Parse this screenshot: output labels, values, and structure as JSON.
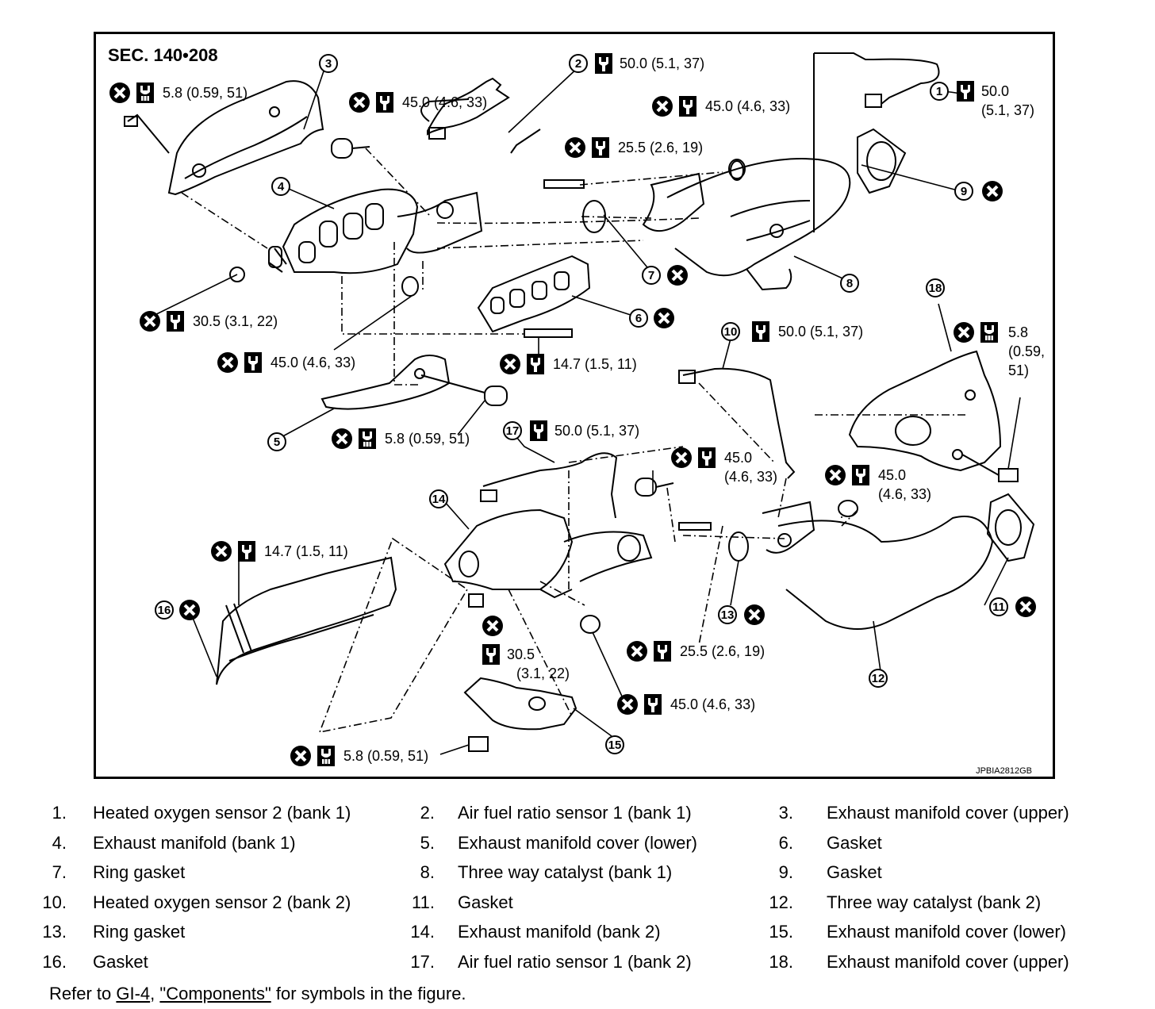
{
  "figure": {
    "section_label": "SEC. 140•208",
    "figure_code": "JPBIA2812GB",
    "torques": [
      {
        "text": "5.8 (0.59, 51)"
      },
      {
        "text": "45.0 (4.6, 33)"
      },
      {
        "text": "50.0 (5.1, 37)"
      },
      {
        "text": "25.5 (2.6, 19)"
      },
      {
        "text": "45.0 (4.6, 33)"
      },
      {
        "text": "50.0"
      },
      {
        "text": "(5.1, 37)"
      },
      {
        "text": "30.5 (3.1, 22)"
      },
      {
        "text": "45.0 (4.6, 33)"
      },
      {
        "text": "14.7 (1.5, 11)"
      },
      {
        "text": "5.8 (0.59, 51)"
      },
      {
        "text": "50.0 (5.1, 37)"
      },
      {
        "text": "5.8"
      },
      {
        "text": "(0.59,"
      },
      {
        "text": "51)"
      },
      {
        "text": "50.0 (5.1, 37)"
      },
      {
        "text": "45.0"
      },
      {
        "text": "(4.6, 33)"
      },
      {
        "text": "45.0"
      },
      {
        "text": "(4.6, 33)"
      },
      {
        "text": "14.7 (1.5, 11)"
      },
      {
        "text": "30.5"
      },
      {
        "text": "(3.1, 22)"
      },
      {
        "text": "25.5 (2.6, 19)"
      },
      {
        "text": "45.0 (4.6, 33)"
      },
      {
        "text": "5.8 (0.59, 51)"
      }
    ],
    "callouts": [
      "1",
      "2",
      "3",
      "4",
      "5",
      "6",
      "7",
      "8",
      "9",
      "10",
      "11",
      "12",
      "13",
      "14",
      "15",
      "16",
      "17",
      "18"
    ]
  },
  "legend": [
    {
      "num": "1.",
      "label": "Heated oxygen sensor 2 (bank 1)"
    },
    {
      "num": "2.",
      "label": "Air fuel ratio sensor 1 (bank 1)"
    },
    {
      "num": "3.",
      "label": "Exhaust manifold cover (upper)"
    },
    {
      "num": "4.",
      "label": "Exhaust manifold (bank 1)"
    },
    {
      "num": "5.",
      "label": "Exhaust manifold cover (lower)"
    },
    {
      "num": "6.",
      "label": "Gasket"
    },
    {
      "num": "7.",
      "label": "Ring gasket"
    },
    {
      "num": "8.",
      "label": "Three way catalyst (bank 1)"
    },
    {
      "num": "9.",
      "label": "Gasket"
    },
    {
      "num": "10.",
      "label": "Heated oxygen sensor 2 (bank 2)"
    },
    {
      "num": "11.",
      "label": "Gasket"
    },
    {
      "num": "12.",
      "label": "Three way catalyst (bank 2)"
    },
    {
      "num": "13.",
      "label": "Ring gasket"
    },
    {
      "num": "14.",
      "label": "Exhaust manifold (bank 2)"
    },
    {
      "num": "15.",
      "label": "Exhaust manifold cover (lower)"
    },
    {
      "num": "16.",
      "label": "Gasket"
    },
    {
      "num": "17.",
      "label": "Air fuel ratio sensor 1 (bank 2)"
    },
    {
      "num": "18.",
      "label": "Exhaust manifold cover (upper)"
    }
  ],
  "refer": {
    "prefix": "Refer to ",
    "link1": "GI-4",
    "sep": ", ",
    "link2": "\"Components\"",
    "suffix": " for symbols in the figure."
  }
}
